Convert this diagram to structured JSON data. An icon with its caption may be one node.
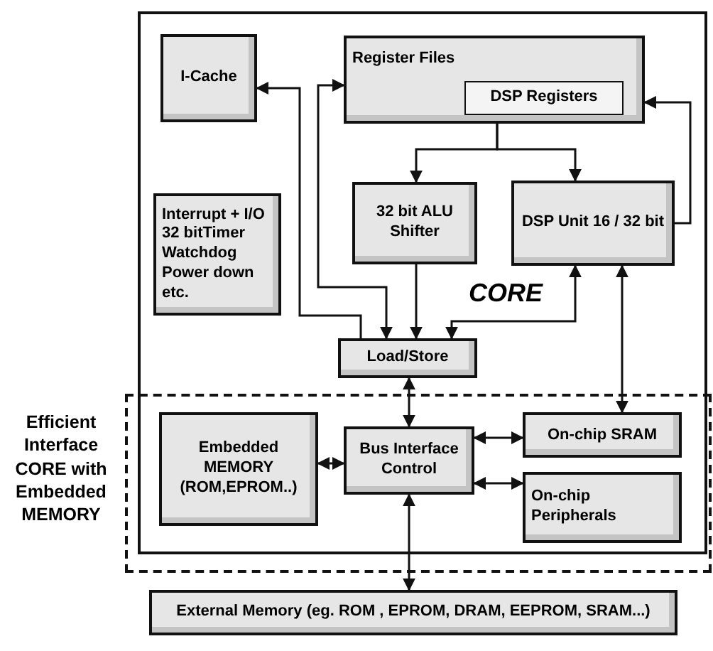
{
  "diagram": {
    "nodes": [
      {
        "text": [],
        "shape": "box"
      },
      {
        "text": [
          "Efficient Interface CORE with Embedded MEMORY"
        ]
      },
      {
        "text": [
          "I-Cache"
        ],
        "in": 0
      },
      {
        "text": [
          "Register Files"
        ],
        "in": 0
      },
      {
        "text": [
          "DSP Registers"
        ],
        "in": 3
      },
      {
        "text": [
          "Interrupt + I/O",
          "32 bitTimer",
          "Watchdog",
          "Power down",
          "etc."
        ],
        "in": 0
      },
      {
        "text": [
          "32 bit ALU Shifter"
        ],
        "in": 0
      },
      {
        "text": [
          "DSP Unit 16 / 32 bit"
        ],
        "in": 0
      },
      {
        "text": [
          "Load/Store"
        ],
        "in": 0
      },
      {
        "text": [
          "Embedded MEMORY (ROM,EPROM..)"
        ],
        "in": 1
      },
      {
        "text": [
          "Bus Interface Control"
        ],
        "in": 1
      },
      {
        "text": [
          "On-chip SRAM"
        ],
        "in": 1
      },
      {
        "text": [
          "On-chip Peripherals"
        ],
        "in": 1
      },
      {
        "text": [
          "External Memory (eg. ROM , EPROM, DRAM, EEPROM, SRAM...)"
        ]
      }
    ],
    "edges": [
      {
        "from": 3,
        "to": 6,
        "arrow": "to"
      },
      {
        "from": 3,
        "to": 7,
        "arrow": "to"
      },
      {
        "from": 8,
        "to": 2,
        "arrow": "to"
      },
      {
        "from": 8,
        "to": 3,
        "arrow": "both"
      },
      {
        "from": 6,
        "to": 8,
        "arrow": "to"
      },
      {
        "from": 7,
        "to": 8,
        "arrow": "both"
      },
      {
        "from": 7,
        "to": 3,
        "arrow": "to"
      },
      {
        "from": 7,
        "to": 11,
        "arrow": "both"
      },
      {
        "from": 8,
        "to": 10,
        "arrow": "both"
      },
      {
        "from": 9,
        "to": 10,
        "arrow": "both"
      },
      {
        "from": 10,
        "to": 11,
        "arrow": "both"
      },
      {
        "from": 10,
        "to": 12,
        "arrow": "both"
      },
      {
        "from": 10,
        "to": 13,
        "arrow": "both"
      }
    ],
    "labels": [
      "CORE"
    ]
  }
}
